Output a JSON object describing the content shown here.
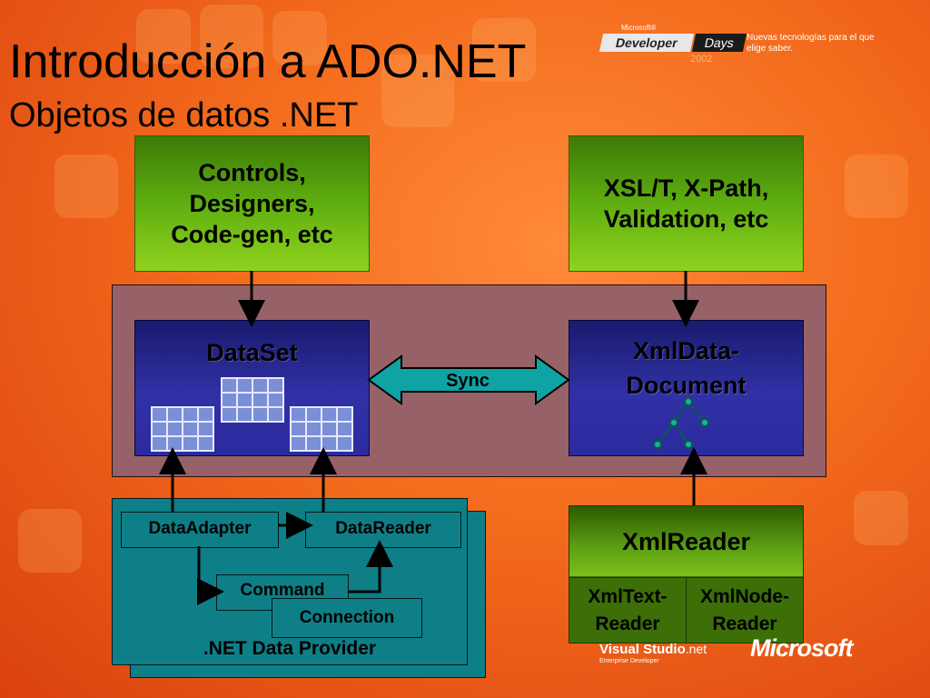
{
  "slide": {
    "title": "Introducción a ADO.NET",
    "subtitle": "Objetos de datos .NET"
  },
  "branding": {
    "microsoft_small": "Microsoft®",
    "developer": "Developer",
    "days": "Days",
    "year": "2002",
    "tagline": "Nuevas tecnologías para el que elige saber.",
    "visual_studio": "Visual Studio",
    "visual_studio_net": ".net",
    "visual_studio_sub": "Enterprise Developer",
    "microsoft_logo": "Microsoft"
  },
  "diagram": {
    "controls_box": "Controls,\nDesigners,\nCode-gen, etc",
    "xsl_box": "XSL/T, X-Path,\nValidation, etc",
    "dataset_label": "DataSet",
    "xmldatadoc_label": "XmlData-\nDocument",
    "sync_label": "Sync",
    "provider": {
      "data_adapter": "DataAdapter",
      "data_reader": "DataReader",
      "command": "Command",
      "connection": "Connection",
      "provider_label": ".NET Data Provider"
    },
    "xmlreader": {
      "title": "XmlReader",
      "text_reader": "XmlText-\nReader",
      "node_reader": "XmlNode-\nReader"
    }
  },
  "colors": {
    "background": "#f36a1c",
    "green_box": "#5fae10",
    "container": "#966267",
    "blue_box": "#2b2b9e",
    "teal": "#0e7f87"
  }
}
